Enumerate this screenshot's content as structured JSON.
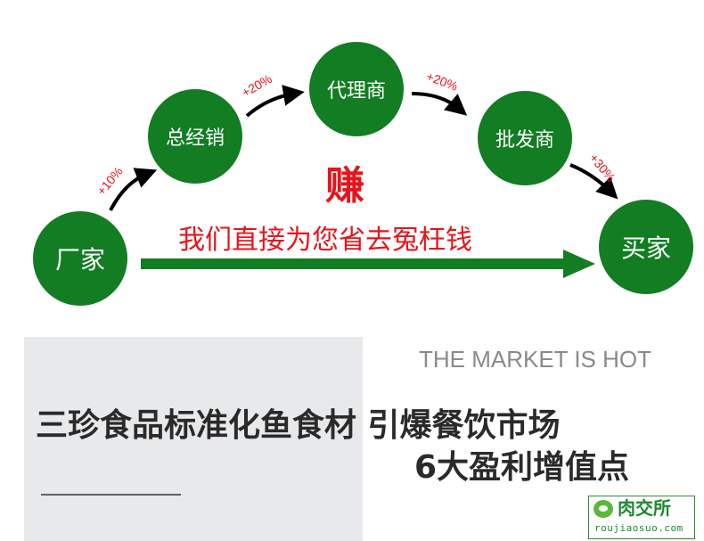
{
  "nodes": [
    "厂家",
    "总经销",
    "代理商",
    "批发商",
    "买家"
  ],
  "markups": [
    "+10%",
    "+20%",
    "+20%",
    "+30%"
  ],
  "earn": "赚",
  "slogan": "我们直接为您省去冤枉钱",
  "subtitle_en": "THE MARKET IS HOT",
  "headline": "三珍食品标准化鱼食材 引爆餐饮市场",
  "subheadline": "6大盈利增值点",
  "watermark": {
    "name": "肉交所",
    "url": "roujiaosuo.com"
  },
  "colors": {
    "green": "#127d22",
    "red": "#e8141b"
  }
}
